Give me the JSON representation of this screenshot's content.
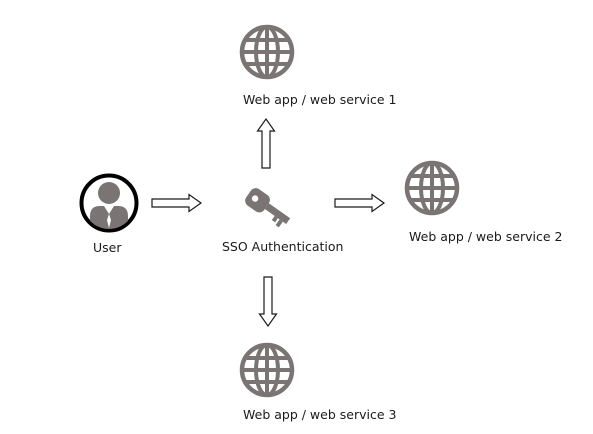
{
  "nodes": {
    "user": {
      "label": "User",
      "icon": "user-avatar-icon"
    },
    "sso": {
      "label": "SSO Authentication",
      "icon": "key-icon"
    },
    "service1": {
      "label": "Web app / web service 1",
      "icon": "globe-icon"
    },
    "service2": {
      "label": "Web app / web service 2",
      "icon": "globe-icon"
    },
    "service3": {
      "label": "Web app / web service 3",
      "icon": "globe-icon"
    }
  },
  "colors": {
    "icon_fill": "#7a7474",
    "avatar_ring": "#000000",
    "arrow_stroke": "#1a1a1a"
  }
}
